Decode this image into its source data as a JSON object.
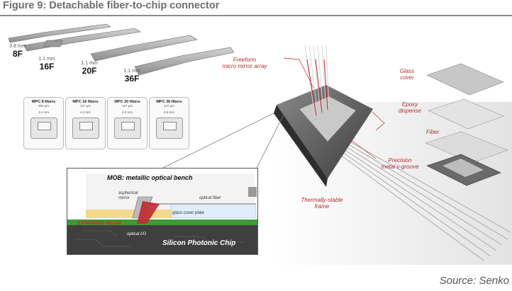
{
  "figure_title": "Figure 9: Detachable fiber-to-chip connector",
  "source": "Source: Senko",
  "connector_sizes": [
    {
      "thickness": "0.8 mm",
      "fibers": "8F"
    },
    {
      "thickness": "1.1 mm",
      "fibers": "16F"
    },
    {
      "thickness": "1.1 mm",
      "fibers": "20F"
    },
    {
      "thickness": "1.1 mm",
      "fibers": "36F"
    }
  ],
  "mpc_cards": [
    {
      "title": "MPC 8 fibers",
      "pitch": "250 µm",
      "width": "1.2 mm"
    },
    {
      "title": "MPC 16 fibers",
      "pitch": "127 µm",
      "width": "4.4 mm"
    },
    {
      "title": "MPC 20 fibers",
      "pitch": "127 µm",
      "width": "5.0 mm"
    },
    {
      "title": "MPC 36 fibers",
      "pitch": "127 µm",
      "width": "6.8 mm"
    }
  ],
  "callouts": {
    "freeform": "Freeform\nmicro mirror array",
    "glass_cover": "Glass\ncover",
    "epoxy": "Epoxy\ndispense",
    "fiber": "Fiber",
    "precision": "Precision\nmetal v-groove",
    "frame": "Thermally-stable\nframe"
  },
  "inset": {
    "mob": "MOB: metallic optical bench",
    "aspherical_mirror": "aspherical\nmirror",
    "optical_fiber": "optical fiber",
    "glass_cover_plate": "glass cover plate",
    "expanded_beam": "EXPANDED-BEAM",
    "optical_io": "optical I/O",
    "chip": "Silicon Photonic Chip"
  },
  "colors": {
    "accent_red": "#c0282d",
    "chip_green": "#3f9a3a",
    "title_gray": "#6e6e6e"
  }
}
